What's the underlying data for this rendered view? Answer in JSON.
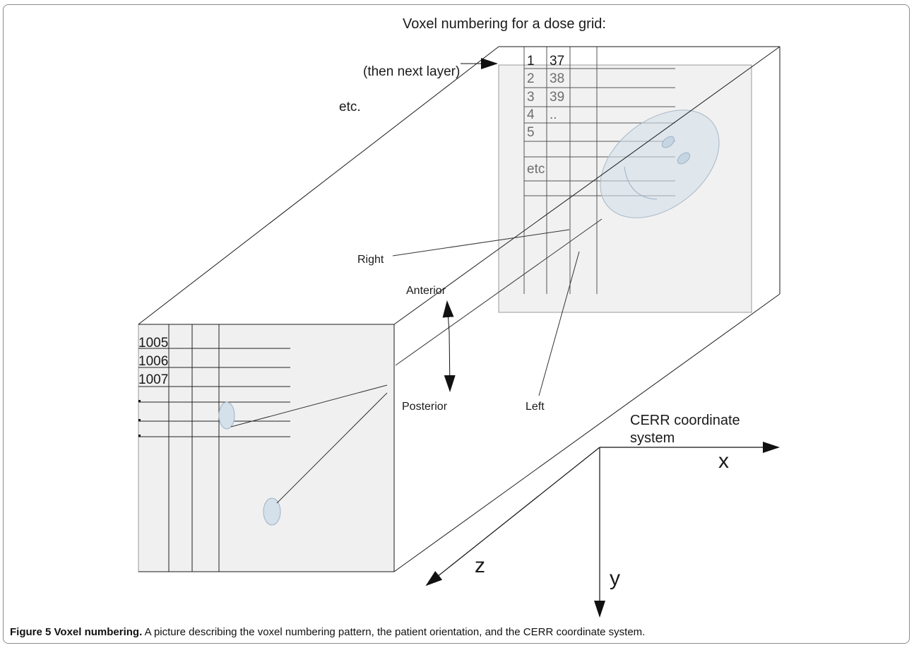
{
  "title": "Voxel numbering for a dose grid:",
  "next_layer_label": "(then next layer)",
  "etc_label": "etc.",
  "back_face": {
    "column1": [
      "1",
      "2",
      "3",
      "4",
      "5"
    ],
    "column2": [
      "37",
      "38",
      "39",
      ".."
    ],
    "etc": "etc"
  },
  "front_face": {
    "column1": [
      "1005",
      "1006",
      "1007"
    ]
  },
  "orientation": {
    "right": "Right",
    "left": "Left",
    "anterior": "Anterior",
    "posterior": "Posterior"
  },
  "coordinate_system": {
    "label_line1": "CERR coordinate",
    "label_line2": "system",
    "x": "x",
    "y": "y",
    "z": "z"
  },
  "caption": {
    "title": "Figure 5 Voxel numbering.",
    "text": " A picture describing the voxel numbering pattern, the patient orientation, and the CERR coordinate system."
  },
  "colors": {
    "face_fill": "#f0f0f0",
    "organ_fill": "#d4e0ea",
    "organ_stroke": "#9fb2c4",
    "line": "#1a1a1a"
  }
}
